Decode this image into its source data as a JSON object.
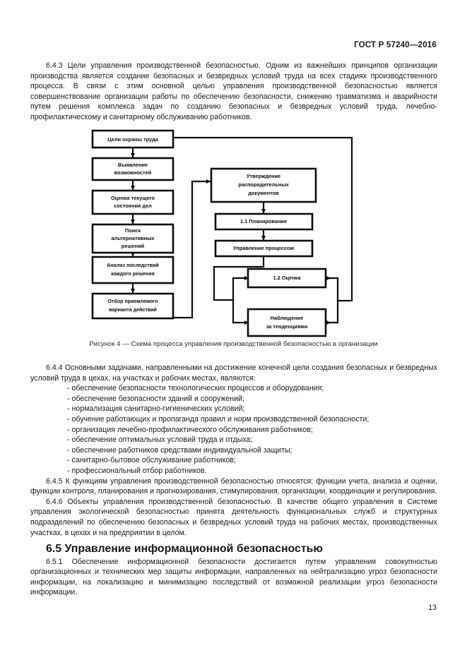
{
  "header": {
    "standard": "ГОСТ Р 57240—2016"
  },
  "page_number": "13",
  "intro": {
    "clause_643": "6.4.3 Цели управления производственной безопасностью. Одним из важнейших принципов организации производства является создание безопасных и безвредных условий труда на всех стадиях производственного процесса. В связи с этим основной целью управления производственной безопасностью является совершенствование организации работы по обеспечению безопасности, снижению травматизма и аварийности путем решения комплекса задач по созданию безопасных и безвредных условий труда, лечебно-профилактическому и санитарному обслуживанию работников."
  },
  "figure": {
    "caption": "Рисунок 4 — Схема процесса управления производственной безопасностью в организации",
    "boxes": {
      "goals": "Цели охраны труда",
      "identify": "Выявление возможностей",
      "assess_state": "Оценка текущего состояния дел",
      "search_alt": "Поиск альтернативных решений",
      "analyze": "Анализ последствий каждого решения",
      "select": "Отбор приемлемого варианта действий",
      "approve_docs": "Утверждение распорядительных документов",
      "planning": "1.1 Планирование",
      "process_mgmt": "Управление процессом",
      "evaluation": "1.2 Оценка",
      "monitoring": "Наблюдение за тенденциями"
    },
    "box_lines": {
      "goals": [
        "Цели охраны труда"
      ],
      "identify": [
        "Выявление",
        "возможностей"
      ],
      "assess_state": [
        "Оценка текущего",
        "состояния дел"
      ],
      "search_alt": [
        "Поиск",
        "альтернативных",
        "решений"
      ],
      "analyze": [
        "Анализ последствий",
        "каждого решения"
      ],
      "select": [
        "Отбор приемлемого",
        "варианта действий"
      ],
      "approve_docs": [
        "Утверждение",
        "распорядительных",
        "документов"
      ],
      "planning": [
        "1.1 Планирование"
      ],
      "process_mgmt": [
        "Управление процессом"
      ],
      "evaluation": [
        "1.2 Оценка"
      ],
      "monitoring": [
        "Наблюдение",
        "за тенденциями"
      ]
    }
  },
  "after_figure": {
    "clause_644_intro": "6.4.4 Основными задачами, направленными на достижение конечной цели создания безопасных и безвредных условий труда в цехах, на участках и рабочих местах, являются:",
    "bullets": [
      "- обеспечение безопасности технологических процессов и оборудования;",
      "- обеспечение безопасности зданий и сооружений;",
      "- нормализация санитарно-гигиенических условий;",
      "- обучение работающих и пропаганда правил и норм производственной безопасности;",
      "- организация лечебно-профилактического обслуживания работников;",
      "- обеспечение оптимальных условий труда и отдыха;",
      "- обеспечение работников средствами индивидуальной защиты;",
      "- санитарно-бытовое обслуживание работников;",
      "- профессиональный отбор работников."
    ],
    "clause_645": "6.4.5 К функциям управления производственной безопасностью относятся: функции учета, анализа и оценки, функции контроля, планирования и прогнозирования, стимулирования, организации, координации и регулирования.",
    "clause_646": "6.4.6 Объекты управления производственной безопасностью. В качестве общего управления в Системе управления экологической безопасностью принята деятельность функциональных служб и структурных подразделений по обеспечению безопасных и безвредных условий труда на рабочих местах, производственных участках, в цехах и на предприятии в целом.",
    "section_65_heading": "6.5 Управление информационной безопасностью",
    "clause_651": "6.5.1 Обеспечение информационной безопасности достигается путем управления совокупностью организационных и технических мер защиты информации, направленных на нейтрализацию угроз безопасности информации, на локализацию и минимизацию последствий от возможной реализации угроз безопасности информации."
  }
}
